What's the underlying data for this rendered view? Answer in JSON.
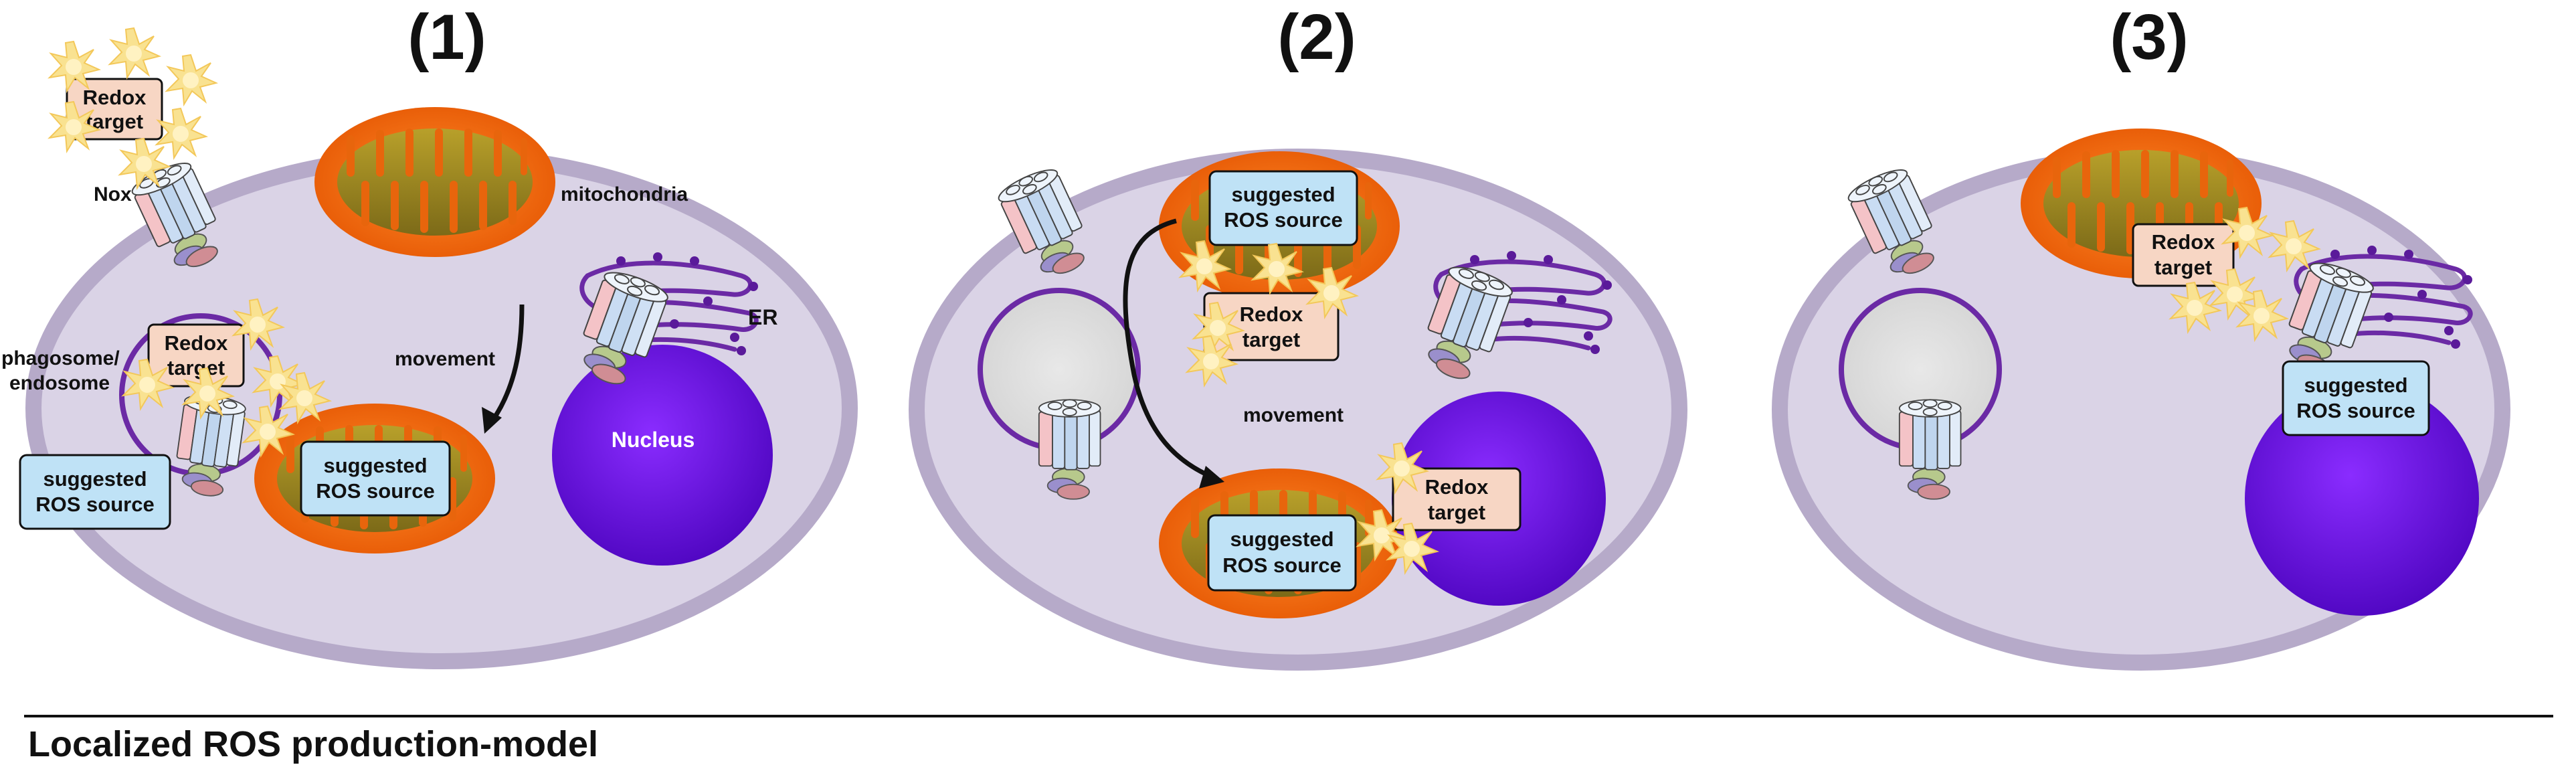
{
  "headers": [
    "(1)",
    "(2)",
    "(3)"
  ],
  "footer": "Localized ROS production-model",
  "labels": {
    "redox_line1": "Redox",
    "redox_line2": "target",
    "ros_line1": "suggested",
    "ros_line2": "ROS source",
    "nox": "Nox",
    "phagosome": "phagosome/",
    "endosome": "endosome",
    "mitochondria": "mitochondria",
    "er": "ER",
    "nucleus": "Nucleus",
    "movement": "movement"
  },
  "colors": {
    "cytoplasm": "#dad3e6",
    "cell_border": "#b6aac9",
    "mitochondria": "#f06a10",
    "nucleus": "#6a10d8",
    "er": "#6b2aa5",
    "ros_box": "#bfe2f6",
    "redox_box": "#f7d6c4",
    "burst": "#f8df8a"
  }
}
